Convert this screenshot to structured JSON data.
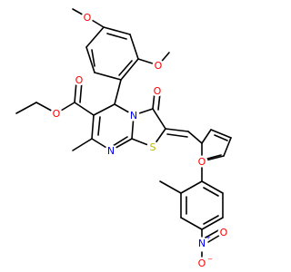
{
  "figure": {
    "type": "chemical-structure",
    "colors": {
      "carbon_bond": "#000000",
      "oxygen": "#ff0000",
      "nitrogen": "#0000ff",
      "sulfur": "#b8b800",
      "background": "#ffffff"
    },
    "labels": {
      "o_methoxy_top": "O",
      "o_methoxy_right": "O",
      "o_ester_carbonyl": "O",
      "o_ester_ether": "O",
      "o_lactam_carbonyl": "O",
      "n_bridge": "N",
      "n_imine": "N",
      "s_thiazole": "S",
      "o_furan": "O",
      "n_nitro": "N",
      "n_nitro_charge": "+",
      "o_nitro_top": "O",
      "o_nitro_bottom": "O",
      "o_nitro_charge": "−"
    }
  }
}
